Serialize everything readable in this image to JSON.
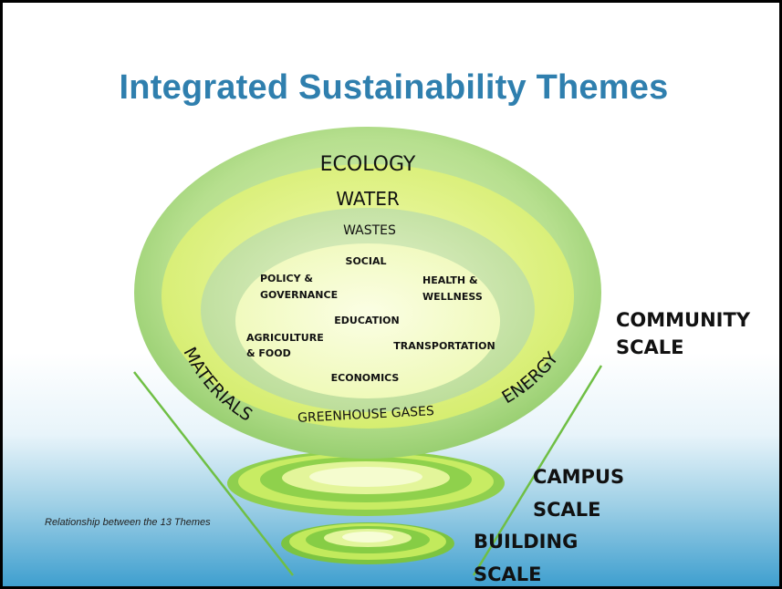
{
  "title": "Integrated Sustainability Themes",
  "caption": "Relationship between the 13 Themes",
  "rings": {
    "outer_top": "ECOLOGY",
    "second_top": "WATER",
    "third_top": "WASTES",
    "third_bottom": "GREENHOUSE GASES",
    "left_arc": "MATERIALS",
    "right_arc": "ENERGY"
  },
  "core_themes": {
    "social": "SOCIAL",
    "policy_1": "POLICY &",
    "policy_2": "GOVERNANCE",
    "health_1": "HEALTH &",
    "health_2": "WELLNESS",
    "education": "EDUCATION",
    "agriculture_1": "AGRICULTURE",
    "agriculture_2": "& FOOD",
    "transportation": "TRANSPORTATION",
    "economics": "ECONOMICS"
  },
  "scales": {
    "community_1": "COMMUNITY",
    "community_2": "SCALE",
    "campus_1": "CAMPUS",
    "campus_2": "SCALE",
    "building_1": "BUILDING",
    "building_2": "SCALE"
  },
  "colors": {
    "title": "#2f7fae",
    "outer_ring": "#a7d681",
    "mid_ring": "#d9f07a",
    "inner_ring": "#cfe8b0",
    "core": "#f4fbc9",
    "funnel_line": "#6fbf44"
  }
}
